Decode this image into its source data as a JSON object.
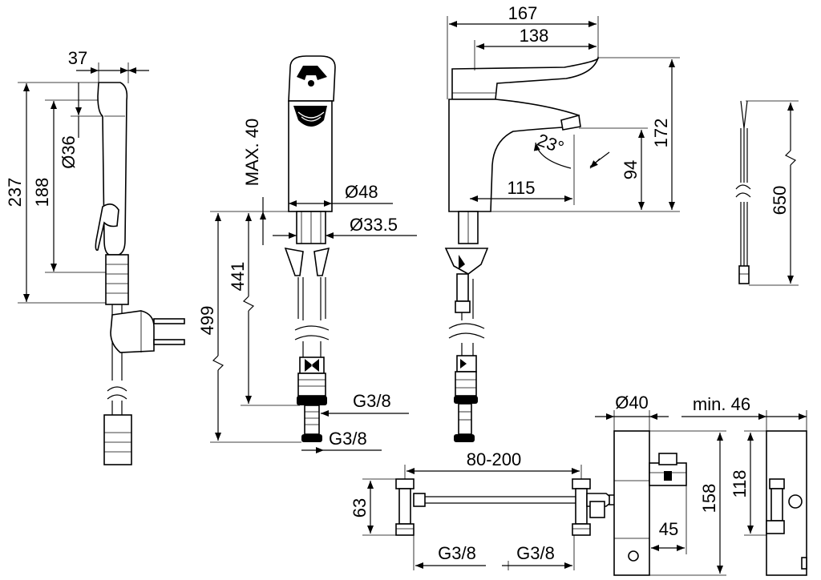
{
  "dimensions": {
    "hand_shower_width": "37",
    "hand_shower_height_total": "237",
    "hand_shower_height": "188",
    "hand_shower_diameter": "Ø36",
    "max_40": "MAX. 40",
    "base_diameter": "Ø48",
    "shank_diameter": "Ø33.5",
    "hose_length_a": "441",
    "hose_length_b": "499",
    "thread_1": "G3/8",
    "thread_2": "G3/8",
    "depth_total": "167",
    "depth_lever": "138",
    "height_total": "172",
    "spout_height": "94",
    "spout_reach": "115",
    "swivel_angle": "23°",
    "cable_length": "650",
    "box_diameter": "Ø40",
    "min_46": "min. 46",
    "pipe_spacing": "80-200",
    "fitting_height": "63",
    "thread_3": "G3/8",
    "thread_4": "G3/8",
    "box_height": "158",
    "box_inner_height": "118",
    "box_offset": "45"
  }
}
